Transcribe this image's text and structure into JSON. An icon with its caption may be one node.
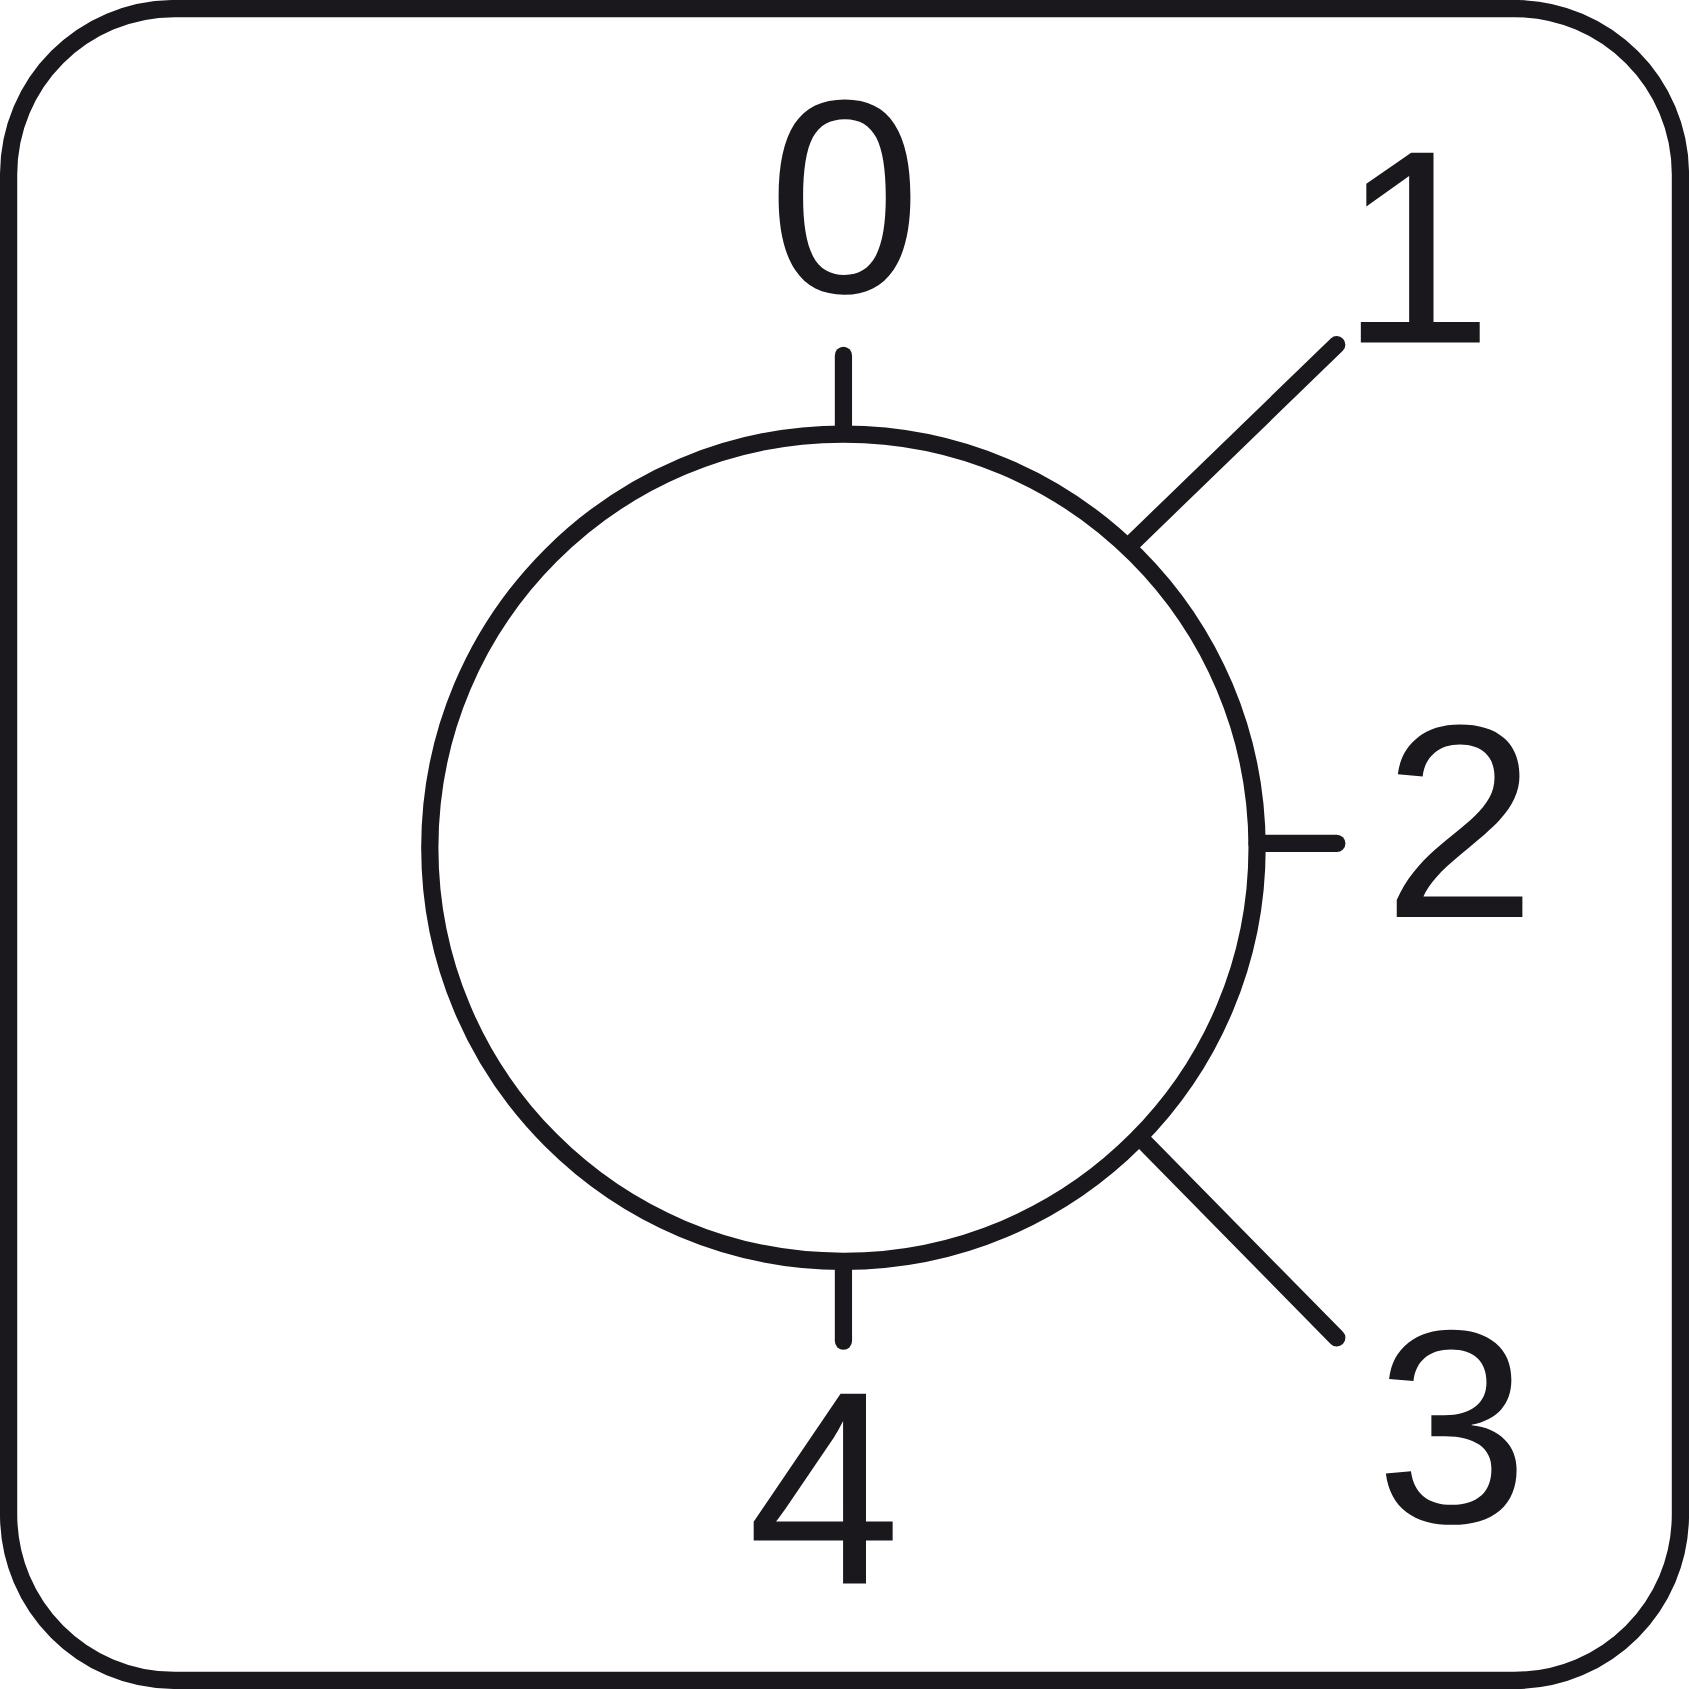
{
  "diagram": {
    "nodes": [
      {
        "text": [],
        "shape": "circle"
      }
    ],
    "labels": [
      "0",
      "1",
      "2",
      "3",
      "4"
    ]
  }
}
